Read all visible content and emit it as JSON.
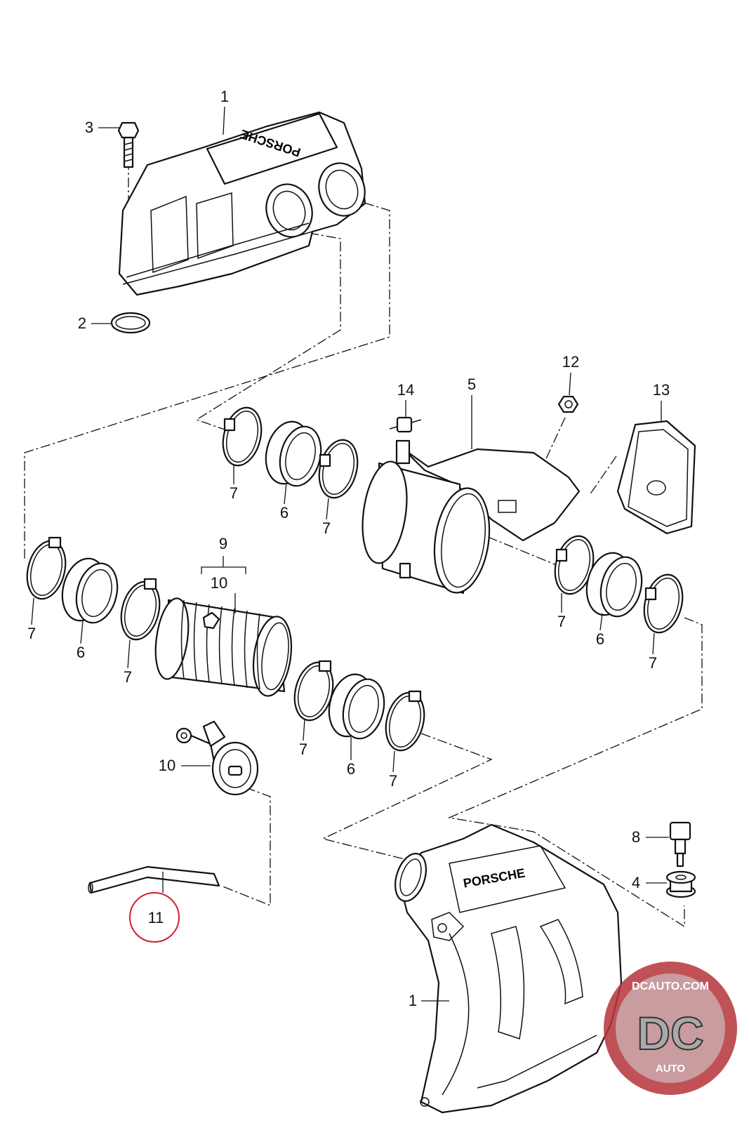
{
  "callouts": {
    "c1_top": "1",
    "c2": "2",
    "c3": "3",
    "c4": "4",
    "c5": "5",
    "c6_a": "6",
    "c6_b": "6",
    "c6_c": "6",
    "c6_d": "6",
    "c7_a": "7",
    "c7_b": "7",
    "c7_c": "7",
    "c7_d": "7",
    "c7_e": "7",
    "c7_f": "7",
    "c7_g": "7",
    "c7_h": "7",
    "c8": "8",
    "c9": "9",
    "c10_group": "10",
    "c10_part": "10",
    "c11": "11",
    "c12": "12",
    "c13": "13",
    "c14": "14",
    "c1_bottom": "1"
  },
  "manifold_brand_top": "PORSCHE",
  "manifold_brand_bottom": "PORSCHE",
  "watermark": {
    "top_text": "DCAUTO.COM",
    "monogram": "DC",
    "bottom_text": "AUTO",
    "color_ring": "#b5343a",
    "color_fill": "#a9a9a9"
  },
  "highlight_color": "#d0202a"
}
